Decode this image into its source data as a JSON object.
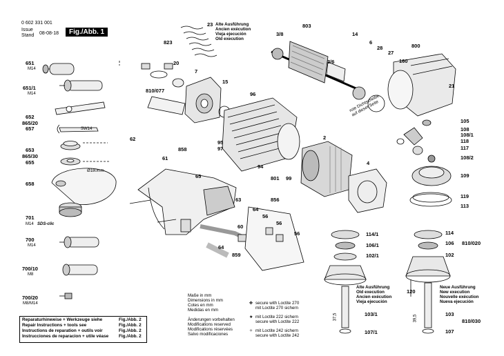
{
  "header": {
    "doc_number": "0 602 331 001",
    "issue_label": "Issue",
    "stand_label": "Stand",
    "date": "08-08-18",
    "figure": "Fig./Abb. 1"
  },
  "version_labels": {
    "old_top": [
      "Alte Ausführung",
      "Ancien exécution",
      "Vieja ejecución",
      "Old execution"
    ],
    "old_bottom": [
      "Alte Ausführung",
      "Old execution",
      "Ancien exécution",
      "Vieja ejecución"
    ],
    "new_bottom": [
      "Neue Ausführung",
      "New execution",
      "Nouvelle exécution",
      "Nueva ejecución"
    ]
  },
  "left_parts": [
    {
      "num": "651",
      "sub": "M14"
    },
    {
      "num": "651/1",
      "sub": "M14"
    },
    {
      "num": "652"
    },
    {
      "num": "865/20"
    },
    {
      "num": "657"
    },
    {
      "num": "SW14"
    },
    {
      "num": "653"
    },
    {
      "num": "865/30"
    },
    {
      "num": "655"
    },
    {
      "num": "Ø180mm"
    },
    {
      "num": "658"
    },
    {
      "num": "701",
      "sub": "M14"
    },
    {
      "num": "SDS-clic"
    },
    {
      "num": "700",
      "sub": "M14"
    },
    {
      "num": "700/10",
      "sub": "M8"
    },
    {
      "num": "700/20",
      "sub": "M8/M14"
    }
  ],
  "part_numbers": {
    "p23": "23",
    "p823": "823",
    "p20": "20",
    "p7": "7",
    "p810_077": "810/077",
    "p15": "15",
    "p3_8": "3/8",
    "p803": "803",
    "p3_6": "3/6",
    "p14": "14",
    "p6": "6",
    "p28": "28",
    "p27": "27",
    "p800": "800",
    "p160": "160",
    "p21": "21",
    "p105": "105",
    "p108": "108",
    "p108_1": "108/1",
    "p118": "118",
    "p117": "117",
    "p108_2": "108/2",
    "p109": "109",
    "p119": "119",
    "p113": "113",
    "p96": "96",
    "p2": "2",
    "p4": "4",
    "p95": "95",
    "p97": "97",
    "p94": "94",
    "p801": "801",
    "p99": "99",
    "p62": "62",
    "p858": "858",
    "p61": "61",
    "p65": "65",
    "p63": "63",
    "p856": "856",
    "p64a": "64",
    "p56a": "56",
    "p56b": "56",
    "p56c": "56",
    "p60": "60",
    "p64b": "64",
    "p859": "859",
    "p114_1": "114/1",
    "p106_1": "106/1",
    "p102_1": "102/1",
    "p103_1": "103/1",
    "p107_1": "107/1",
    "p114": "114",
    "p106": "106",
    "p810_020": "810/020",
    "p102": "102",
    "p120": "120",
    "p103": "103",
    "p107": "107",
    "p810_030": "810/030",
    "dim_375": "37,5",
    "dim_395": "39,5"
  },
  "seal_note": [
    "rote Dichtscheibe",
    "auf dieser Seite"
  ],
  "units_note": [
    "Maße in mm",
    "Dimensions in mm",
    "Cotes en mm",
    "Medidas en mm"
  ],
  "changes_note": [
    "Änderungen vorbehalten",
    "Modifications reserved",
    "Modifications réservées",
    "Salvo modificaciones"
  ],
  "loctite": [
    {
      "symbol": "✤",
      "lines": [
        "secure with Loctite 270",
        "mit Loctite 270 sichern"
      ]
    },
    {
      "symbol": "★",
      "lines": [
        "mit Loctite 222 sichern",
        "secure with Loctite 222"
      ]
    },
    {
      "symbol": "✧",
      "lines": [
        "mit Loctite 242 sichern",
        "secure with Loctite 242"
      ]
    }
  ],
  "repair_box": [
    {
      "text": "Reparaturhinweise + Werkzeuge siehe",
      "ref": "Fig./Abb. 2"
    },
    {
      "text": "Repair Instructions + tools see",
      "ref": "Fig./Abb. 2"
    },
    {
      "text": "Instructions de reparation + outils voir",
      "ref": "Fig./Abb. 2"
    },
    {
      "text": "Instrucciones de reparacion + utile véase",
      "ref": "Fig./Abb. 2"
    }
  ]
}
